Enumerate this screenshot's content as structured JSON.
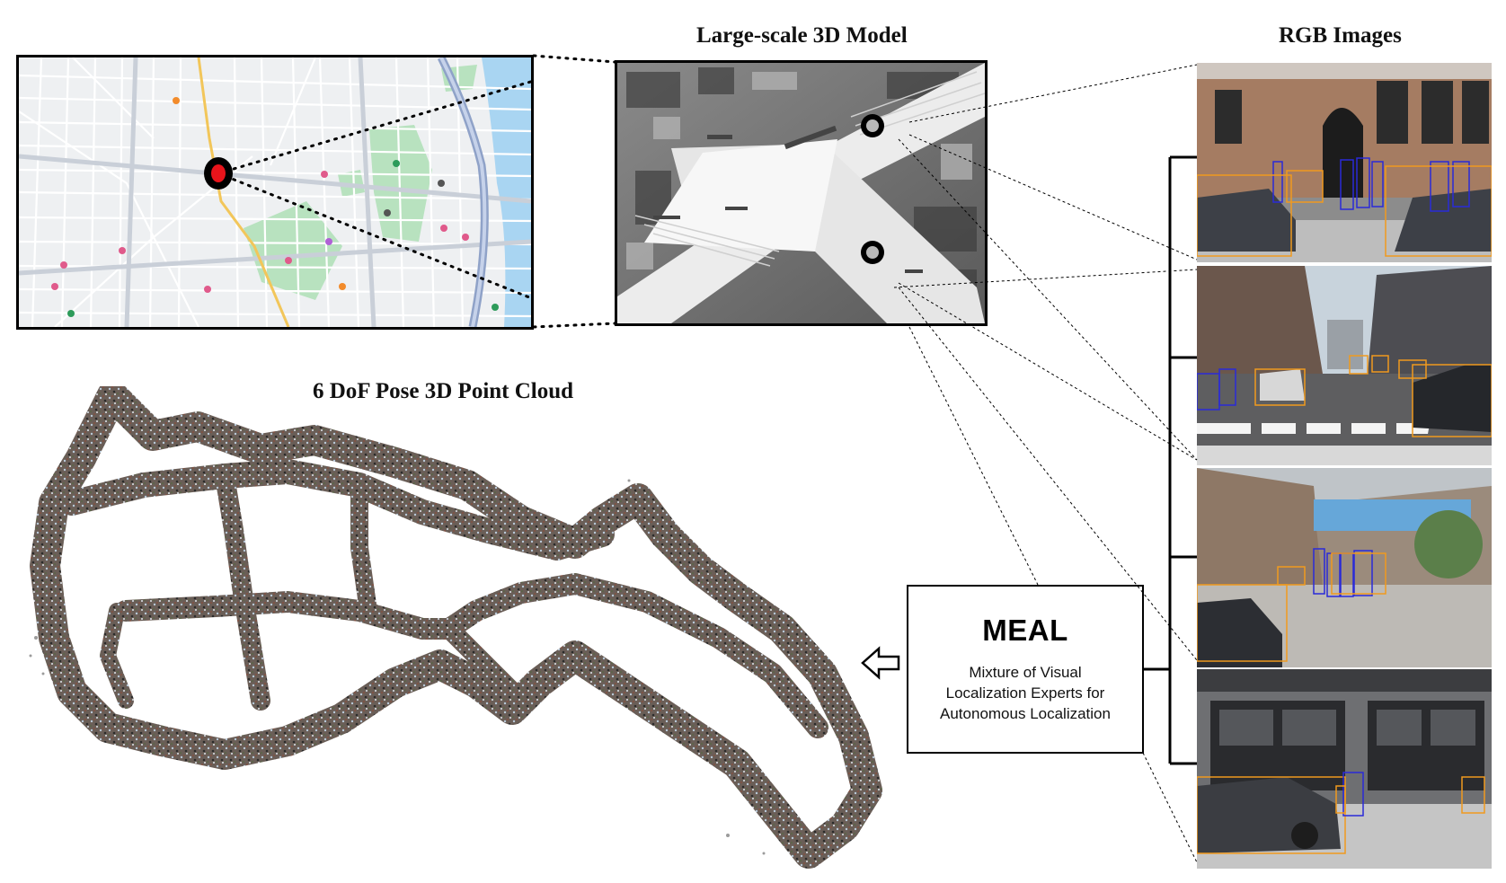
{
  "titles": {
    "model": "Large-scale 3D Model",
    "rgb": "RGB Images",
    "point_cloud": "6 DoF Pose 3D Point Cloud"
  },
  "meal": {
    "name": "MEAL",
    "description": [
      "Mixture of Visual",
      "Localization Experts for",
      "Autonomous Localization"
    ]
  },
  "colors": {
    "map_marker": "#e8141b",
    "map_park": "#b8e2bf",
    "map_water": "#a9d5f2",
    "box_blue": "#2a2ad8",
    "box_orange": "#f09a1e"
  },
  "icons": {
    "flow_arrow": "hollow-left-arrow-icon",
    "map_pin": "location-pin-icon",
    "camera_marker": "ring-marker-icon"
  }
}
